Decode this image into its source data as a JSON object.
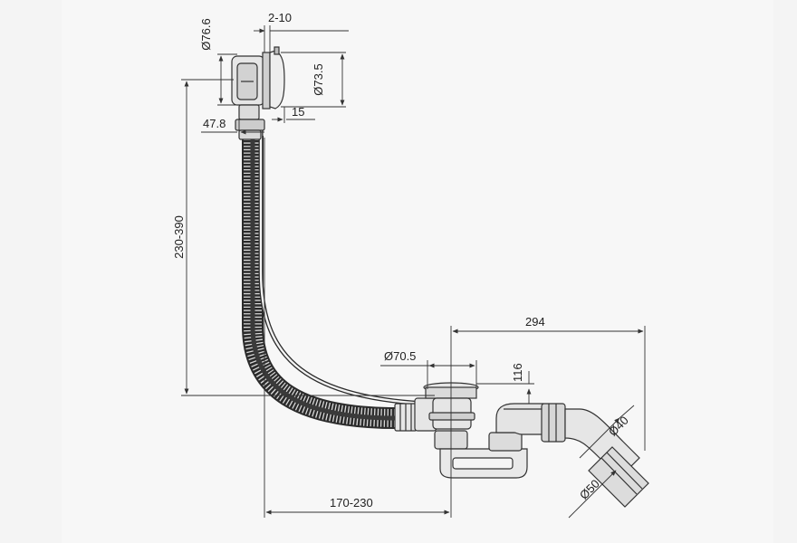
{
  "diagram": {
    "dimensions": {
      "d_overflow_outer": "Ø76.6",
      "gap_range": "2-10",
      "d_overflow_cap": "Ø73.5",
      "depth_overflow": "47.8",
      "depth_cap": "15",
      "height_range": "230-390",
      "length_total": "294",
      "d_drain": "Ø70.5",
      "height_trap": "116",
      "d_outlet_40": "Ø40",
      "d_outlet_50": "Ø50",
      "offset_range": "170-230"
    },
    "colors": {
      "panel": "#f7f7f7",
      "line": "#333333",
      "hose": "#2a2a2a",
      "metal": "#e6e6e6"
    }
  }
}
